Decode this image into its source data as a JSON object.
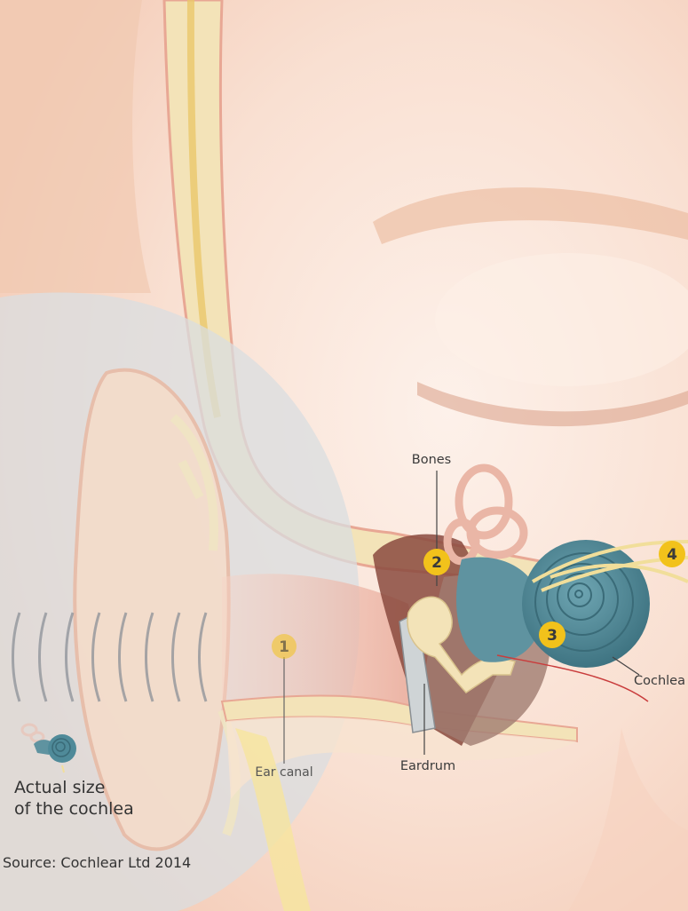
{
  "labels": {
    "bones": "Bones",
    "cochlea": "Cochlea",
    "ear_canal": "Ear canal",
    "eardrum": "Eardrum"
  },
  "markers": [
    "1",
    "2",
    "3",
    "4"
  ],
  "inset": {
    "line1": "Actual size",
    "line2": "of the cochlea"
  },
  "source": "Source: Cochlear Ltd 2014",
  "colors": {
    "skin": "#fbe4d8",
    "bone": "#f3e3b8",
    "cochlea": "#4f8a99",
    "marker": "#f2c21b",
    "nerve": "#f1de9a",
    "inner_ear_cavity": "#8a4a3e",
    "circle_overlay": "#d9dde0"
  }
}
